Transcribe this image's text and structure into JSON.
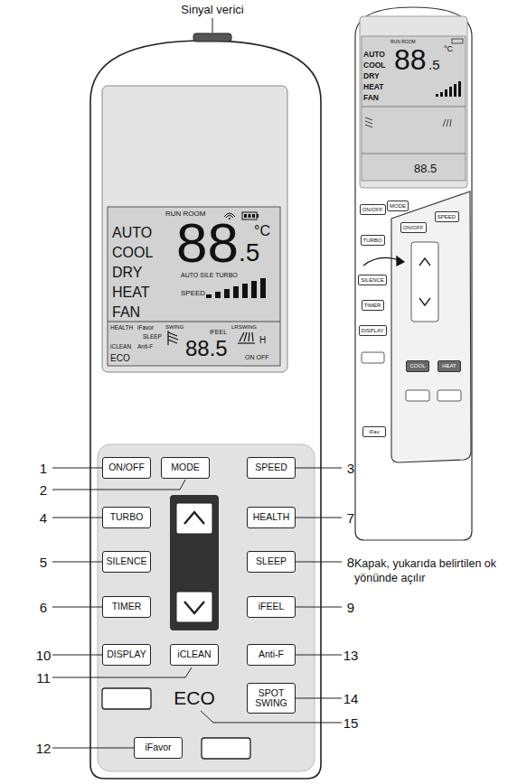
{
  "diagram": {
    "nodes": [
      {
        "text": [
          "ON/OFF"
        ]
      },
      {
        "text": [
          "MODE"
        ]
      },
      {
        "text": [
          "SPEED"
        ]
      },
      {
        "text": [
          "TURBO"
        ]
      },
      {
        "text": [
          "HEALTH"
        ]
      },
      {
        "text": [
          "SILENCE"
        ]
      },
      {
        "text": [
          "SLEEP"
        ]
      },
      {
        "text": [
          "TIMER"
        ]
      },
      {
        "text": [
          "iFEEL"
        ]
      },
      {
        "text": [
          "DISPLAY"
        ]
      },
      {
        "text": [
          "iCLEAN"
        ]
      },
      {
        "text": [
          "Anti-F"
        ]
      },
      {
        "text": [
          "ECO"
        ]
      },
      {
        "text": [
          "SPOT SWING"
        ]
      },
      {
        "text": [
          "iFavor"
        ]
      },
      {
        "text": [
          "ON/OFF"
        ]
      },
      {
        "text": [
          "MODE"
        ]
      },
      {
        "text": [
          "TURBO"
        ]
      },
      {
        "text": [
          "SILENCE"
        ]
      },
      {
        "text": [
          "TIMER"
        ]
      },
      {
        "text": [
          "DISPLAY"
        ]
      },
      {
        "text": [
          "iFav"
        ]
      },
      {
        "text": [
          "ON/OFF"
        ]
      },
      {
        "text": [
          "SPEED"
        ]
      },
      {
        "text": [
          "COOL"
        ]
      },
      {
        "text": [
          "HEAT"
        ]
      }
    ],
    "labels": [
      "Sinyal verici",
      "AUTO",
      "COOL",
      "DRY",
      "HEAT",
      "FAN",
      "RUN ROOM",
      "88",
      "°C",
      ".5",
      "AUTO SILE TURBO",
      "SPEED",
      "HEALTH",
      "iFavor",
      "SLEEP",
      "iCLEAN",
      "Anti-F",
      "ECO",
      "SWING",
      "LRSWING",
      "iFEEL",
      "88.5",
      "H",
      "ON OFF",
      "1",
      "2",
      "3",
      "4",
      "5",
      "6",
      "7",
      "8",
      "9",
      "10",
      "11",
      "12",
      "13",
      "14",
      "15",
      "AUTO",
      "COOL",
      "DRY",
      "HEAT",
      "FAN",
      "RUN ROOM",
      "88",
      "°C",
      ".5",
      "88.5",
      "Kapak, yukarıda belirtilen ok yönünde açılır"
    ]
  }
}
